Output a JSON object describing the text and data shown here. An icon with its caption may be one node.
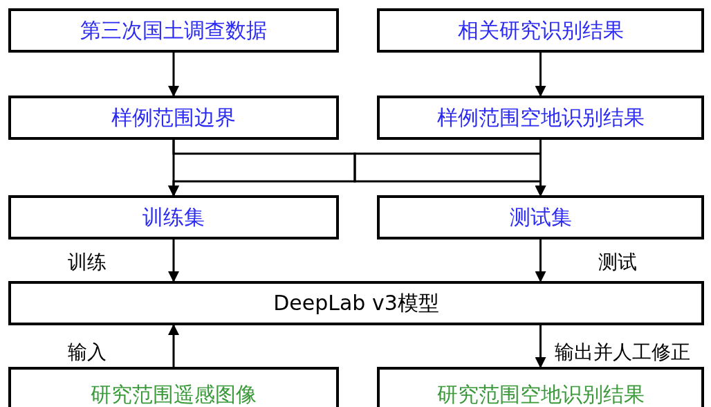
{
  "diagram": {
    "nodes": [
      {
        "text": [
          "第三次国土调查数据"
        ]
      },
      {
        "text": [
          "相关研究识别结果"
        ]
      },
      {
        "text": [
          "样例范围边界"
        ]
      },
      {
        "text": [
          "样例范围空地识别结果"
        ]
      },
      {
        "text": [
          "训练集"
        ]
      },
      {
        "text": [
          "测试集"
        ]
      },
      {
        "text": [
          "DeepLab v3模型"
        ]
      },
      {
        "text": [
          "研究范围遥感图像"
        ]
      },
      {
        "text": [
          "研究范围空地识别结果"
        ]
      }
    ],
    "edges": [
      {
        "from": 0,
        "to": 2,
        "arrow": "to"
      },
      {
        "from": 1,
        "to": 3,
        "arrow": "to"
      },
      {
        "from": 2,
        "to": 4,
        "arrow": "to"
      },
      {
        "from": 2,
        "to": 5,
        "arrow": "to"
      },
      {
        "from": 3,
        "to": 4,
        "arrow": "to"
      },
      {
        "from": 3,
        "to": 5,
        "arrow": "to"
      },
      {
        "from": 4,
        "to": 6,
        "label": "训练",
        "arrow": "to"
      },
      {
        "from": 5,
        "to": 6,
        "label": "测试",
        "arrow": "to"
      },
      {
        "from": 7,
        "to": 6,
        "label": "输入",
        "arrow": "to"
      },
      {
        "from": 6,
        "to": 8,
        "label": "输出并人工修正",
        "arrow": "to"
      }
    ]
  }
}
